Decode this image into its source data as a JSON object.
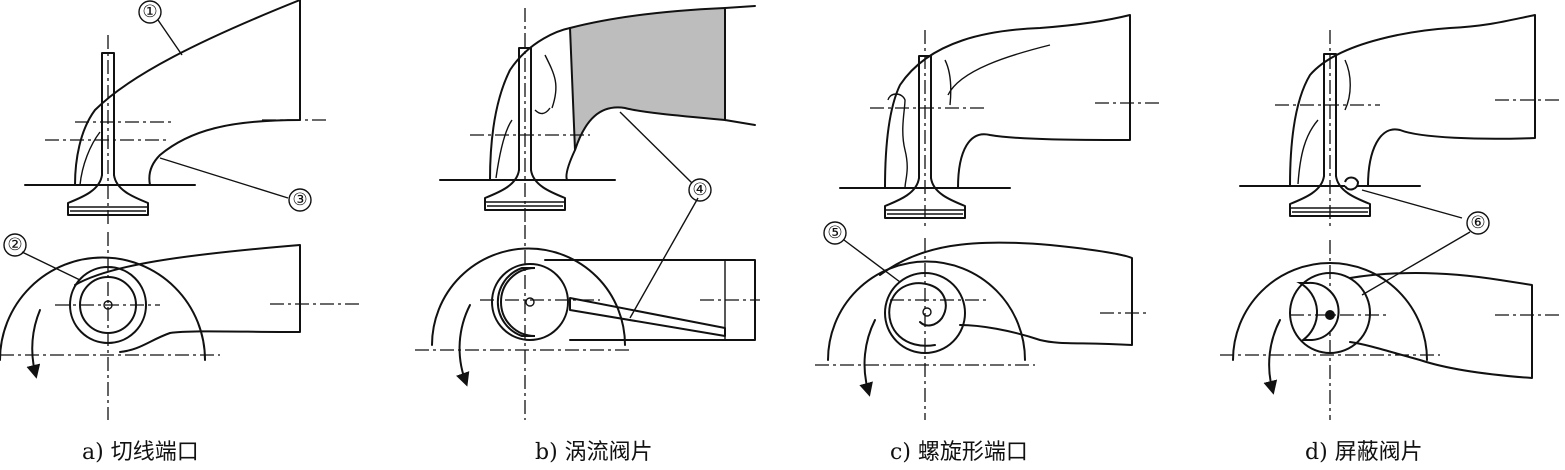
{
  "panels": [
    {
      "id": "a",
      "caption": "a) 切线端口"
    },
    {
      "id": "b",
      "caption": "b) 涡流阀片"
    },
    {
      "id": "c",
      "caption": "c) 螺旋形端口"
    },
    {
      "id": "d",
      "caption": "d) 屏蔽阀片"
    }
  ],
  "callouts": [
    "①",
    "②",
    "③",
    "④",
    "⑤",
    "⑥"
  ]
}
